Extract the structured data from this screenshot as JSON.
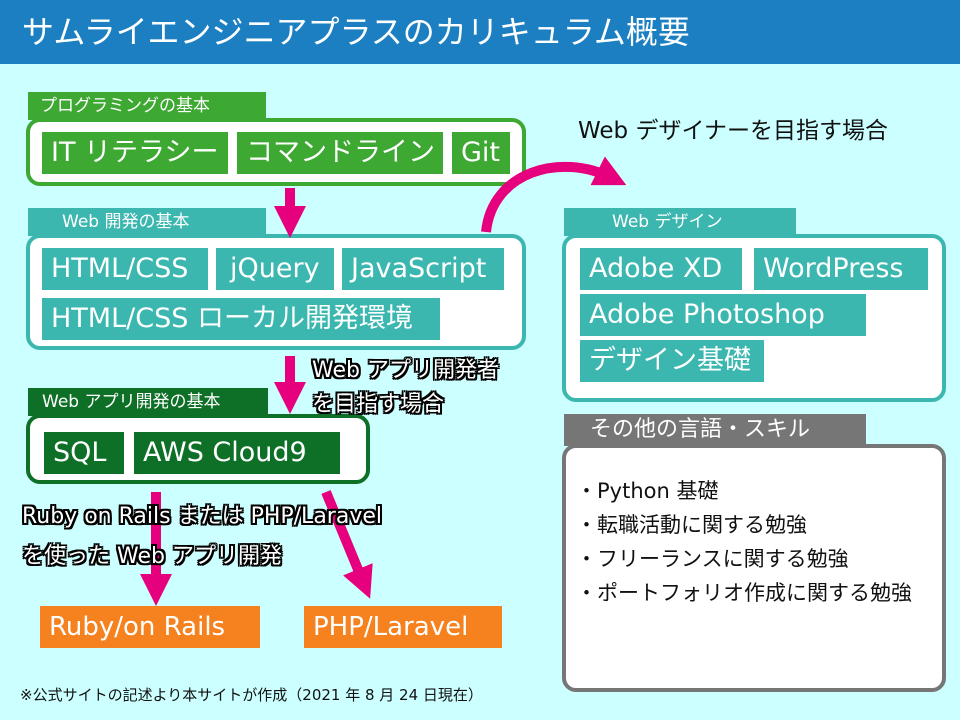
{
  "title": "サムライエンジニアプラスのカリキュラム概要",
  "sections": {
    "programming_basics": {
      "tag": "プログラミングの基本",
      "chips": [
        "IT リテラシー",
        "コマンドライン",
        "Git"
      ]
    },
    "web_basics": {
      "tag": "Web 開発の基本",
      "chips": [
        "HTML/CSS",
        "jQuery",
        "JavaScript",
        "HTML/CSS ローカル開発環境"
      ]
    },
    "webapp_basics": {
      "tag": "Web アプリ開発の基本",
      "chips": [
        "SQL",
        "AWS Cloud9"
      ]
    },
    "web_design": {
      "tag": "Web デザイン",
      "chips": [
        "Adobe XD",
        "WordPress",
        "Adobe Photoshop",
        "デザイン基礎"
      ]
    },
    "other_skills": {
      "tag": "その他の言語・スキル",
      "items": [
        "・Python 基礎",
        "・転職活動に関する勉強",
        "・フリーランスに関する勉強",
        "・ポートフォリオ作成に関する勉強"
      ]
    }
  },
  "labels": {
    "designer_path": "Web デザイナーを目指す場合",
    "developer_path_line1": "Web アプリ開発者",
    "developer_path_line2": "を目指す場合",
    "framework_line1": "Ruby on Rails または PHP/Laravel",
    "framework_line2": "を使った Web アプリ開発"
  },
  "frameworks": [
    "Ruby/on Rails",
    "PHP/Laravel"
  ],
  "footnote": "※公式サイトの記述より本サイトが作成（2021 年 8 月 24 日現在）",
  "colors": {
    "header": "#1b7fc1",
    "background": "#ccffff",
    "programming": "#3da832",
    "web": "#3bb7b0",
    "webapp": "#0e6f27",
    "other": "#767676",
    "framework": "#f5821f",
    "arrow": "#e6007e"
  }
}
